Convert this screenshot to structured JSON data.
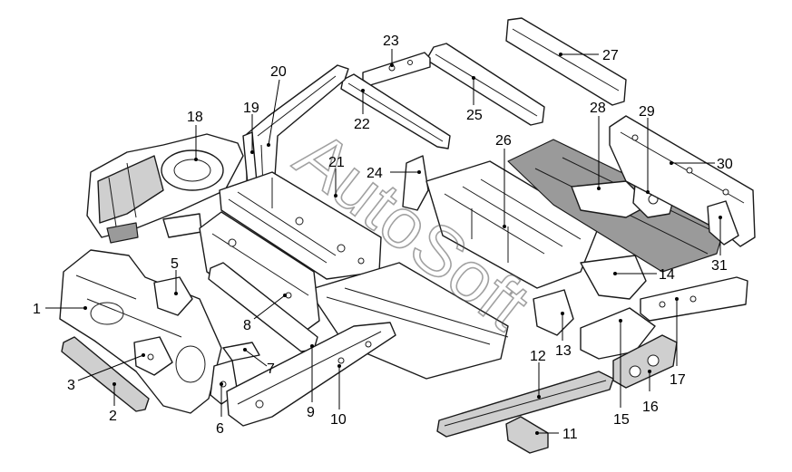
{
  "watermark": "AutoSoft",
  "callouts": [
    "1",
    "2",
    "3",
    "5",
    "6",
    "7",
    "8",
    "9",
    "10",
    "11",
    "12",
    "13",
    "14",
    "15",
    "16",
    "17",
    "18",
    "19",
    "20",
    "21",
    "22",
    "23",
    "24",
    "25",
    "26",
    "27",
    "28",
    "29",
    "30",
    "31"
  ]
}
